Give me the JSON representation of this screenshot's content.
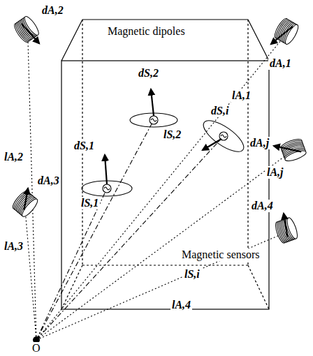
{
  "diagram": {
    "labels": [
      "dA,2",
      "dA,1",
      "Magnetic dipoles",
      "lA,2",
      "lA,1",
      "dS,2",
      "dS,1",
      "lS,2",
      "lS,1",
      "dS,i",
      "dA,j",
      "lA,j",
      "lS,i",
      "dA,3",
      "dA,4",
      "lA,3",
      "Magnetic sensors",
      "lA,4",
      "O"
    ]
  }
}
